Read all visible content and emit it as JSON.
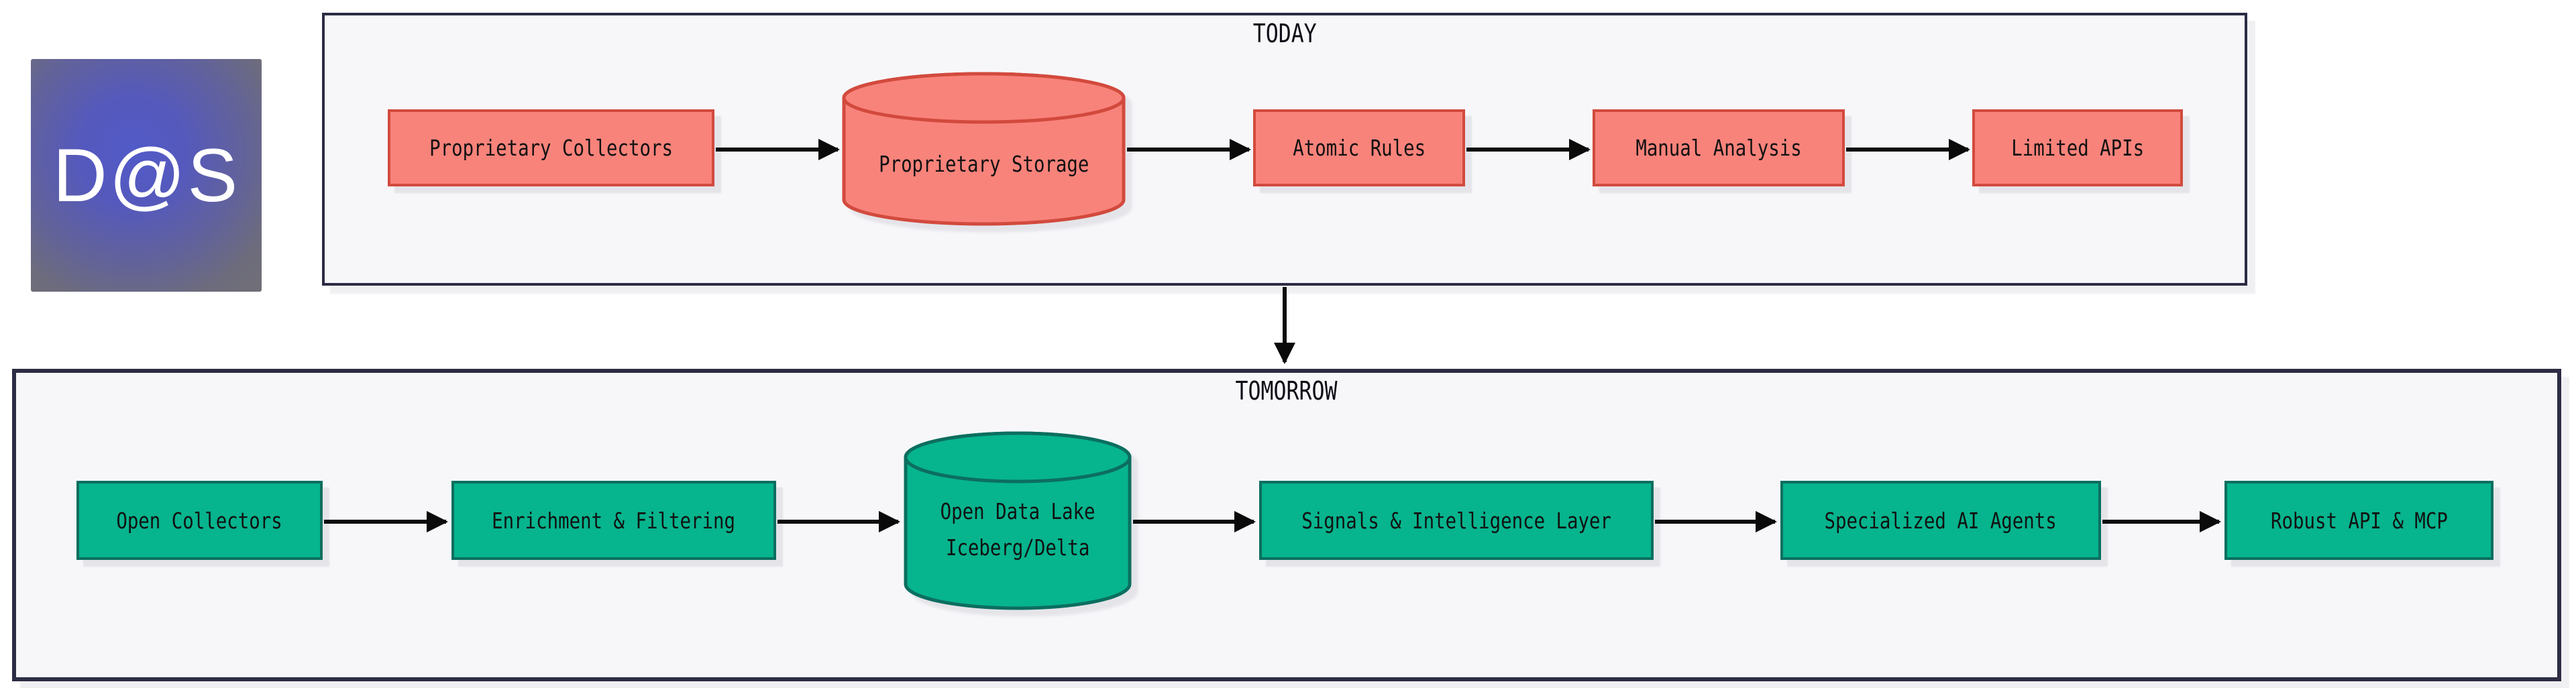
{
  "logo": {
    "text": "D@S"
  },
  "colors": {
    "canvas_bg": "#ffffff",
    "panel_bg": "#f7f7fa",
    "panel_border": "#2c2c44",
    "today_node_fill": "#f8837b",
    "today_node_border": "#d24a3d",
    "tomorrow_node_fill": "#06b48d",
    "tomorrow_node_border": "#0c6e5f",
    "arrow": "#0a0a0a",
    "node_text": "#111111",
    "logo_center": "#525ac8",
    "logo_edge": "#716f76"
  },
  "sections": {
    "today": {
      "label": "TODAY",
      "nodes": [
        {
          "label": "Proprietary Collectors",
          "shape": "rect"
        },
        {
          "label": "Proprietary Storage",
          "shape": "cylinder"
        },
        {
          "label": "Atomic Rules",
          "shape": "rect"
        },
        {
          "label": "Manual Analysis",
          "shape": "rect"
        },
        {
          "label": "Limited APIs",
          "shape": "rect"
        }
      ]
    },
    "tomorrow": {
      "label": "TOMORROW",
      "nodes": [
        {
          "label": "Open Collectors",
          "shape": "rect"
        },
        {
          "label": "Enrichment & Filtering",
          "shape": "rect"
        },
        {
          "label": "Open Data Lake",
          "label_line2": "Iceberg/Delta",
          "shape": "cylinder"
        },
        {
          "label": "Signals & Intelligence Layer",
          "shape": "rect"
        },
        {
          "label": "Specialized AI Agents",
          "shape": "rect"
        },
        {
          "label": "Robust API & MCP",
          "shape": "rect"
        }
      ]
    }
  }
}
